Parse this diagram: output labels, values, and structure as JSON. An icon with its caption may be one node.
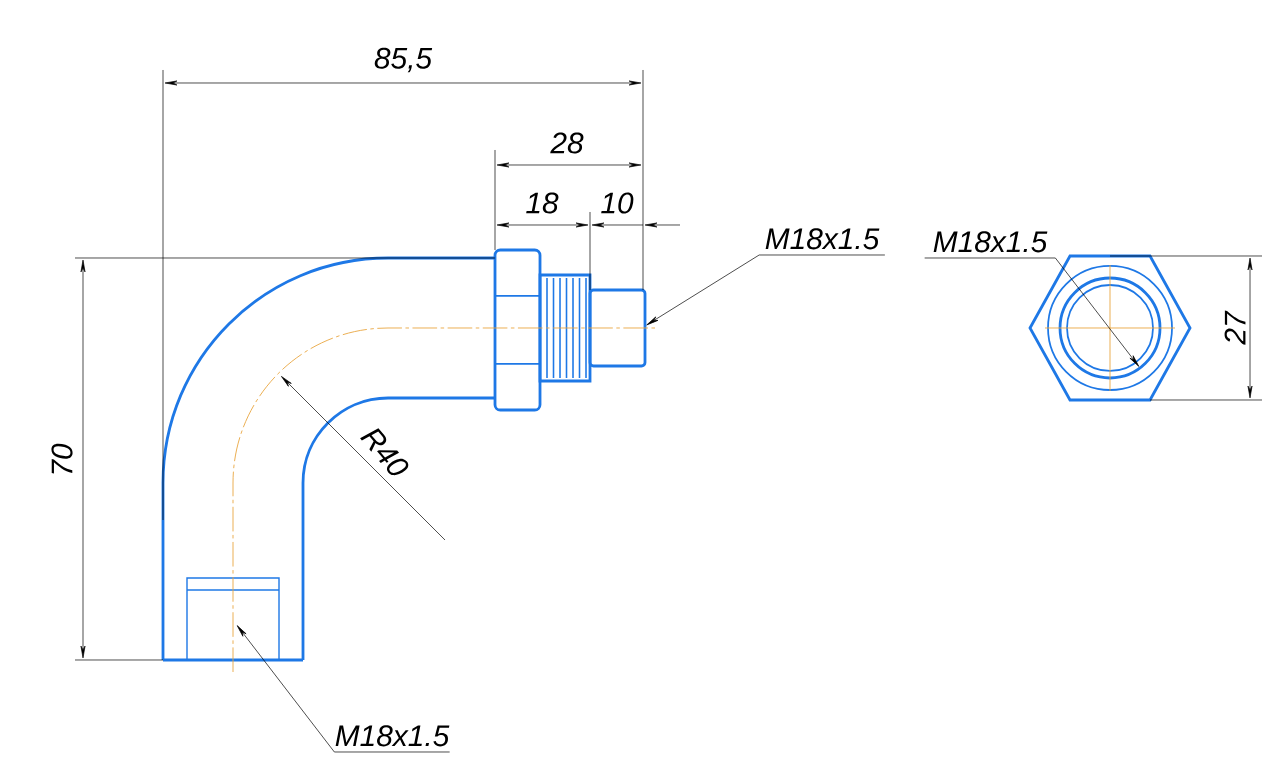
{
  "diagram": {
    "nodes": [
      {
        "text": [
          "M18x1.5"
        ]
      },
      {
        "text": [
          "M18x1.5"
        ]
      },
      {
        "text": [
          "M18x1.5"
        ]
      }
    ],
    "edges": [
      {
        "from": 0,
        "to": null,
        "arrow": "to"
      },
      {
        "from": 1,
        "to": null,
        "arrow": "to"
      },
      {
        "from": 2,
        "to": null,
        "arrow": "to"
      }
    ],
    "labels": [
      "85,5",
      "28",
      "18",
      "10",
      "27",
      "70",
      "R40"
    ]
  }
}
